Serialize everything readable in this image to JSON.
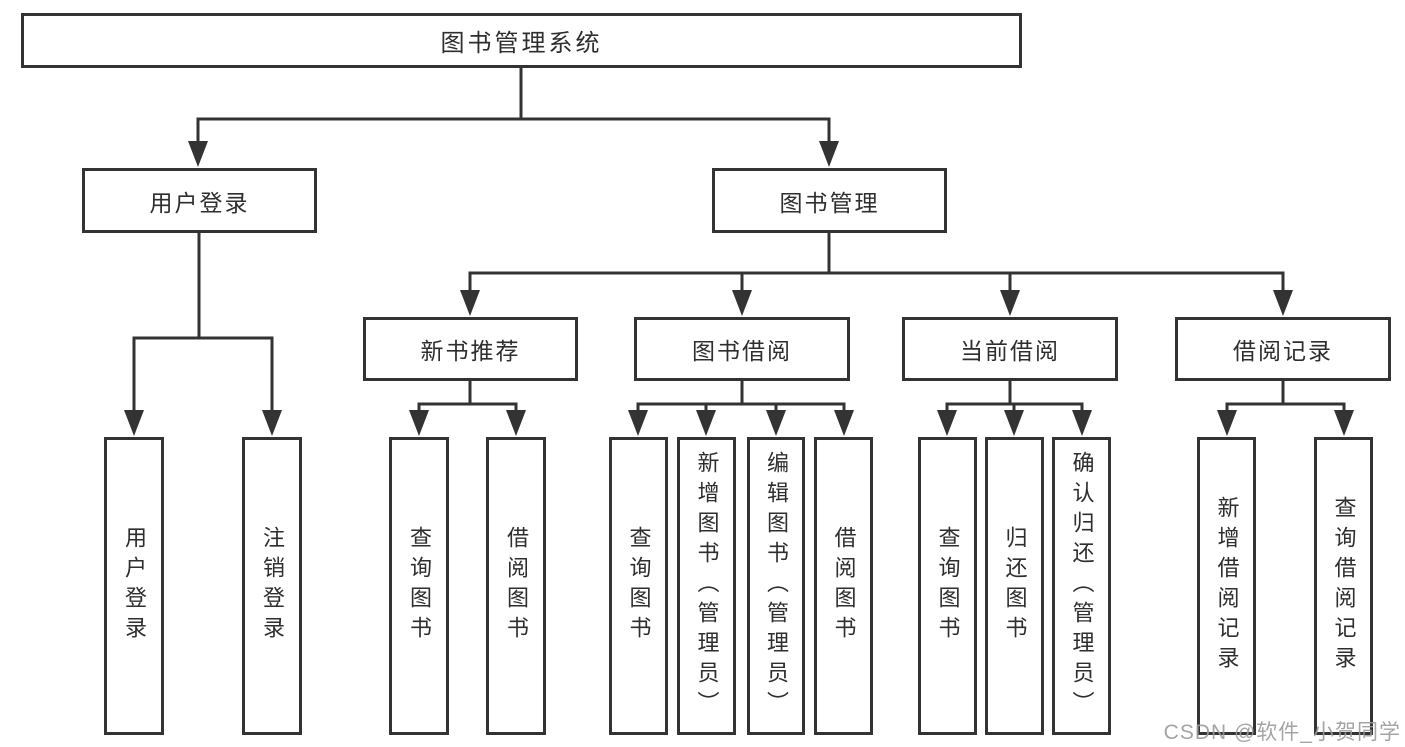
{
  "watermark": "CSDN @软件_小贺同学",
  "colors": {
    "line": "#333333",
    "box_border": "#333333",
    "text": "#2e2e2e",
    "watermark": "#9b9b9b",
    "background": "#ffffff"
  },
  "tree": {
    "root": {
      "label": "图书管理系统",
      "children": [
        {
          "label": "用户登录",
          "children": [
            {
              "label": "用户登录"
            },
            {
              "label": "注销登录"
            }
          ]
        },
        {
          "label": "图书管理",
          "children": [
            {
              "label": "新书推荐",
              "children": [
                {
                  "label": "查询图书"
                },
                {
                  "label": "借阅图书"
                }
              ]
            },
            {
              "label": "图书借阅",
              "children": [
                {
                  "label": "查询图书"
                },
                {
                  "label": "新增图书（管理员）"
                },
                {
                  "label": "编辑图书（管理员）"
                },
                {
                  "label": "借阅图书"
                }
              ]
            },
            {
              "label": "当前借阅",
              "children": [
                {
                  "label": "查询图书"
                },
                {
                  "label": "归还图书"
                },
                {
                  "label": "确认归还（管理员）"
                }
              ]
            },
            {
              "label": "借阅记录",
              "children": [
                {
                  "label": "新增借阅记录"
                },
                {
                  "label": "查询借阅记录"
                }
              ]
            }
          ]
        }
      ]
    }
  }
}
